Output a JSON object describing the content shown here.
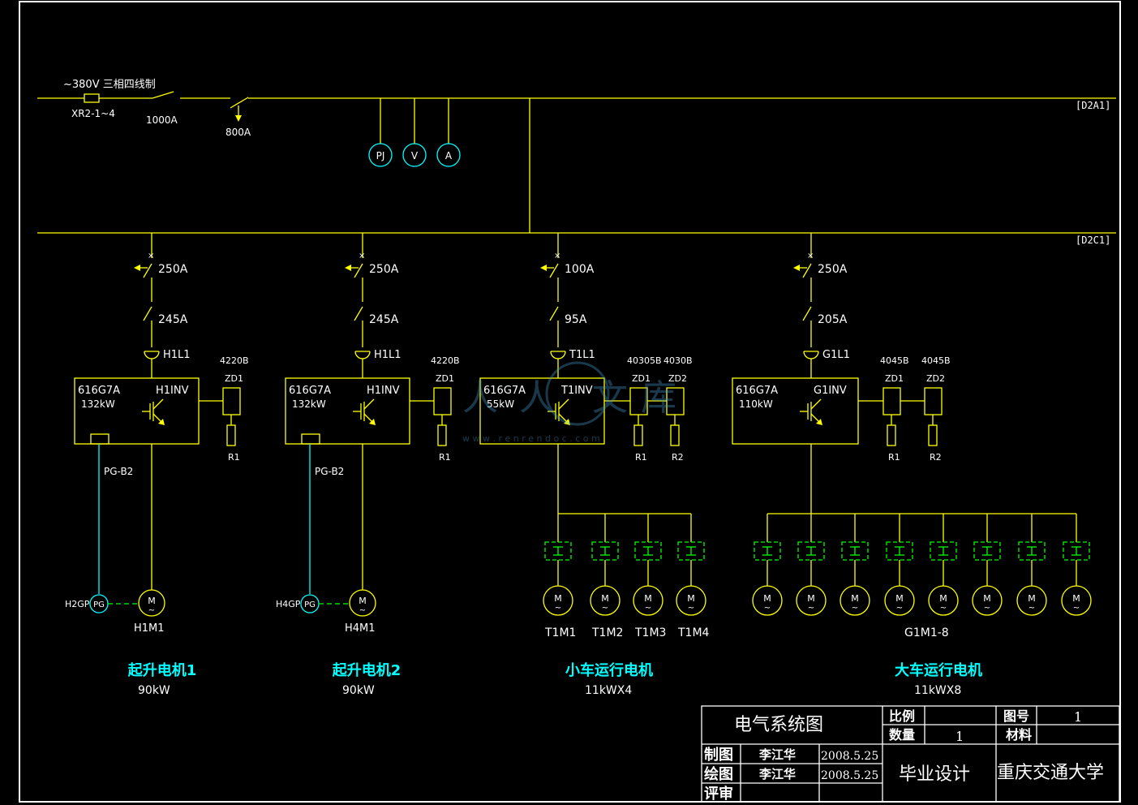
{
  "colors": {
    "wire": "#ffff00",
    "label": "#ffffff",
    "green": "#00ff00",
    "cyan": "#00ffff",
    "title": "#00ffff"
  },
  "supply": {
    "source_label": "~380V 三相四线制",
    "terminal_label": "XR2-1~4",
    "main_switch": "1000A",
    "breaker": "800A",
    "bus1_tag": "[D2A1]",
    "bus2_tag": "[D2C1]",
    "meters": [
      "PJ",
      "V",
      "A"
    ]
  },
  "branches": [
    {
      "breaker1": "250A",
      "breaker2": "245A",
      "reactor": "H1L1",
      "inv_model": "616G7A",
      "inv_power": "132kW",
      "inv_tag": "H1INV",
      "brake_units": [
        {
          "model": "4220B",
          "zd": "ZD1",
          "r": "R1"
        }
      ],
      "pg_cable": "PG-B2",
      "pg_tag": "H2GP",
      "pg": "PG",
      "motors": [
        {
          "sym": "M",
          "tag": "H1M1"
        }
      ],
      "title": "起升电机1",
      "power": "90kW"
    },
    {
      "breaker1": "250A",
      "breaker2": "245A",
      "reactor": "H1L1",
      "inv_model": "616G7A",
      "inv_power": "132kW",
      "inv_tag": "H1INV",
      "brake_units": [
        {
          "model": "4220B",
          "zd": "ZD1",
          "r": "R1"
        }
      ],
      "pg_cable": "PG-B2",
      "pg_tag": "H4GP",
      "pg": "PG",
      "motors": [
        {
          "sym": "M",
          "tag": "H4M1"
        }
      ],
      "title": "起升电机2",
      "power": "90kW"
    },
    {
      "breaker1": "100A",
      "breaker2": "95A",
      "reactor": "T1L1",
      "inv_model": "616G7A",
      "inv_power": "55kW",
      "inv_tag": "T1INV",
      "brake_units": [
        {
          "model": "40305B",
          "zd": "ZD1",
          "r": "R1"
        },
        {
          "model": "4030B",
          "zd": "ZD2",
          "r": "R2"
        }
      ],
      "motors": [
        {
          "sym": "M",
          "tag": "T1M1"
        },
        {
          "sym": "M",
          "tag": "T1M2"
        },
        {
          "sym": "M",
          "tag": "T1M3"
        },
        {
          "sym": "M",
          "tag": "T1M4"
        }
      ],
      "title": "小车运行电机",
      "power": "11kWX4"
    },
    {
      "breaker1": "250A",
      "breaker2": "205A",
      "reactor": "G1L1",
      "inv_model": "616G7A",
      "inv_power": "110kW",
      "inv_tag": "G1INV",
      "brake_units": [
        {
          "model": "4045B",
          "zd": "ZD1",
          "r": "R1"
        },
        {
          "model": "4045B",
          "zd": "ZD2",
          "r": "R2"
        }
      ],
      "motors": [
        {
          "sym": "M"
        },
        {
          "sym": "M"
        },
        {
          "sym": "M"
        },
        {
          "sym": "M"
        },
        {
          "sym": "M"
        },
        {
          "sym": "M"
        },
        {
          "sym": "M"
        },
        {
          "sym": "M"
        }
      ],
      "group_tag": "G1M1-8",
      "title": "大车运行电机",
      "power": "11kWX8"
    }
  ],
  "watermark": {
    "glyphs": [
      "人",
      "人",
      "文",
      "库"
    ],
    "url": "w w w . r e n r e n d o c . c o m"
  },
  "title_block": {
    "drawing_name": "电气系统图",
    "scale_label": "比例",
    "scale_value": "",
    "sheet_label": "图号",
    "sheet_value": "1",
    "qty_label": "数量",
    "qty_value": "1",
    "material_label": "材料",
    "material_value": "",
    "drawn_label": "制图",
    "drawn_name": "李江华",
    "drawn_date": "2008.5.25",
    "draft_label": "绘图",
    "draft_name": "李江华",
    "draft_date": "2008.5.25",
    "review_label": "评审",
    "project": "毕业设计",
    "school": "重庆交通大学"
  }
}
